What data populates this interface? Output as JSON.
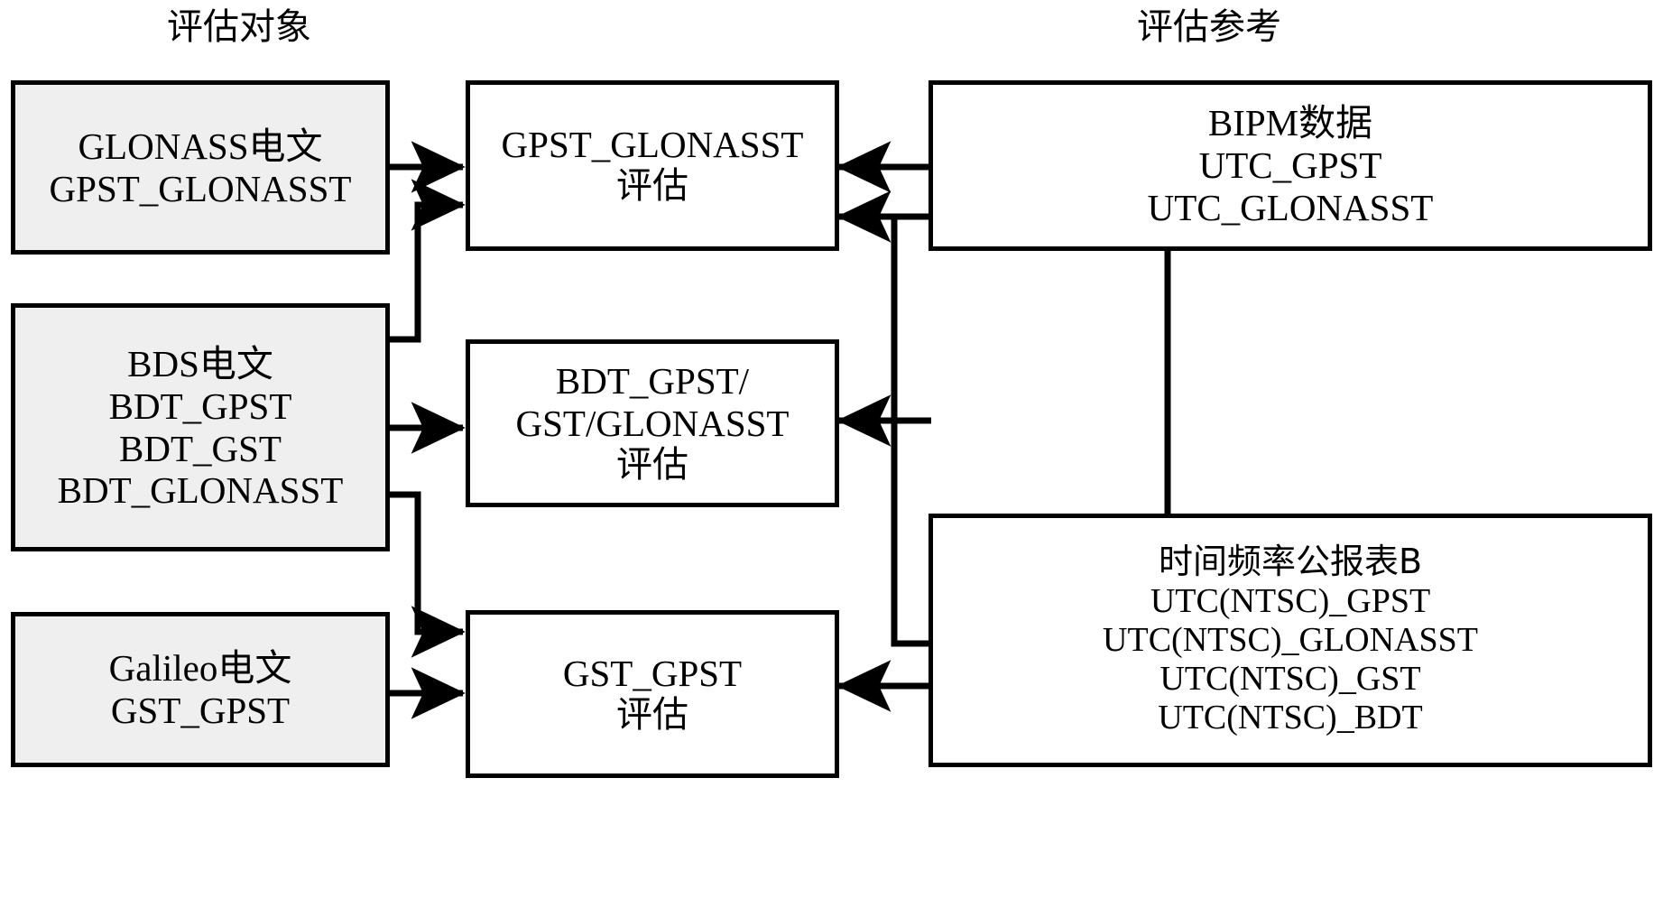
{
  "headers": {
    "left": "评估对象",
    "right": "评估参考"
  },
  "colors": {
    "stroke": "#000000",
    "source_fill": "#efefef",
    "process_fill": "#ffffff",
    "background": "#ffffff"
  },
  "sources": [
    {
      "id": "glonass-message",
      "lines": [
        "GLONASS电文",
        "GPST_GLONASST"
      ]
    },
    {
      "id": "bds-message",
      "lines": [
        "BDS电文",
        "BDT_GPST",
        "BDT_GST",
        "BDT_GLONASST"
      ]
    },
    {
      "id": "galileo-message",
      "lines": [
        "Galileo电文",
        "GST_GPST"
      ]
    }
  ],
  "processes": [
    {
      "id": "gpst-glonasst-eval",
      "lines": [
        "GPST_GLONASST",
        "评估"
      ]
    },
    {
      "id": "bdt-multi-eval",
      "lines": [
        "BDT_GPST/",
        "GST/GLONASST",
        "评估"
      ]
    },
    {
      "id": "gst-gpst-eval",
      "lines": [
        "GST_GPST",
        "评估"
      ]
    }
  ],
  "references": [
    {
      "id": "bipm-data",
      "lines": [
        "BIPM数据",
        "UTC_GPST",
        "UTC_GLONASST"
      ]
    },
    {
      "id": "time-frequency-bulletin-b",
      "lines": [
        "时间频率公报表B",
        "UTC(NTSC)_GPST",
        "UTC(NTSC)_GLONASST",
        "UTC(NTSC)_GST",
        "UTC(NTSC)_BDT"
      ]
    }
  ],
  "connections": [
    {
      "from": "glonass-message",
      "to": "gpst-glonasst-eval"
    },
    {
      "from": "bds-message",
      "to": "gpst-glonasst-eval"
    },
    {
      "from": "bds-message",
      "to": "bdt-multi-eval"
    },
    {
      "from": "bds-message",
      "to": "gst-gpst-eval"
    },
    {
      "from": "galileo-message",
      "to": "gst-gpst-eval"
    },
    {
      "from": "bipm-data",
      "to": "gpst-glonasst-eval"
    },
    {
      "from": "time-frequency-bulletin-b",
      "to": "gpst-glonasst-eval"
    },
    {
      "from": "time-frequency-bulletin-b",
      "to": "bdt-multi-eval"
    },
    {
      "from": "time-frequency-bulletin-b",
      "to": "gst-gpst-eval"
    }
  ]
}
